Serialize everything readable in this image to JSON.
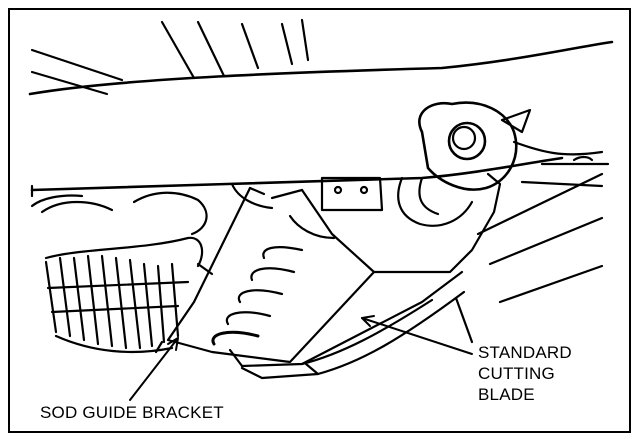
{
  "labels": {
    "sod_guide_bracket": "SOD GUIDE BRACKET",
    "standard_cutting_blade": [
      "STANDARD",
      "CUTTING",
      "BLADE"
    ]
  },
  "colors": {
    "line": "#000000",
    "background": "#ffffff"
  }
}
